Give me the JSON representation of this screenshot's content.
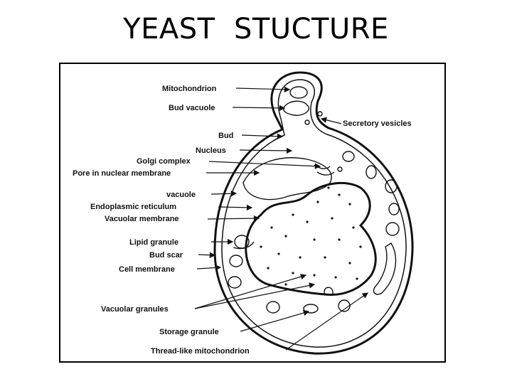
{
  "title": "YEAST  STUCTURE",
  "labels": {
    "mitochondrion": "Mitochondrion",
    "bud_vacuole": "Bud vacuole",
    "secretory_vesicles": "Secretory vesicles",
    "bud": "Bud",
    "nucleus": "Nucleus",
    "golgi_complex": "Golgi complex",
    "pore_in_nuclear_membrane": "Pore in nuclear membrane",
    "vacuole": "vacuole",
    "endoplasmic_reticulum": "Endoplasmic reticulum",
    "vacuolar_membrane": "Vacuolar membrane",
    "lipid_granule": "Lipid granule",
    "bud_scar": "Bud scar",
    "cell_membrane": "Cell membrane",
    "vacuolar_granules": "Vacuolar granules",
    "storage_granule": "Storage granule",
    "thread_like_mitochondrion": "Thread-like mitochondrion"
  }
}
